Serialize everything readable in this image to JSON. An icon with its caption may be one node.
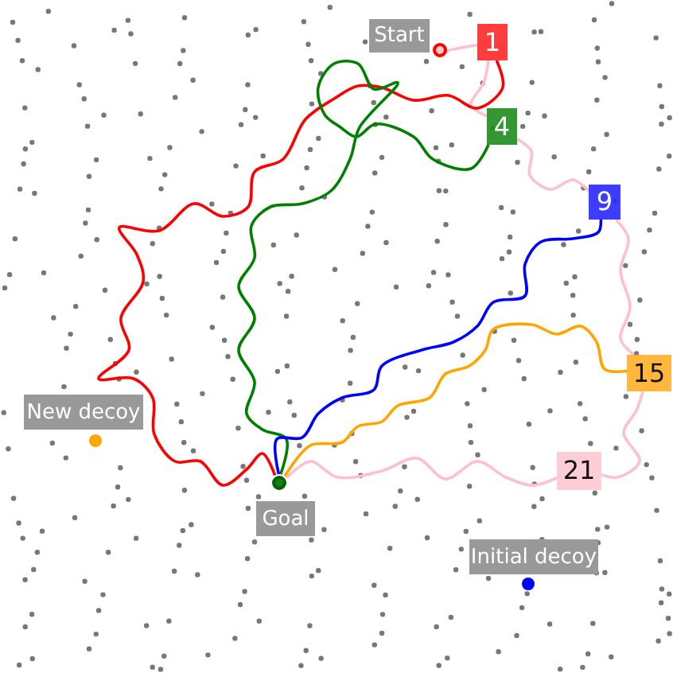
{
  "diagram": {
    "nodes": [
      {
        "text": [
          "Start"
        ]
      },
      {
        "text": [],
        "shape": "circle"
      },
      {
        "text": [
          "1"
        ]
      },
      {
        "text": [
          "4"
        ]
      },
      {
        "text": [
          "9"
        ]
      },
      {
        "text": [
          "15"
        ]
      },
      {
        "text": [
          "21"
        ]
      },
      {
        "text": [
          "Goal"
        ]
      },
      {
        "text": [],
        "shape": "circle"
      },
      {
        "text": [
          "New decoy"
        ]
      },
      {
        "text": [
          "Initial decoy"
        ]
      }
    ],
    "edges": [
      {
        "from": 1,
        "to": 2,
        "arrow": "none"
      },
      {
        "from": 2,
        "to": 3,
        "arrow": "none"
      },
      {
        "from": 3,
        "to": 4,
        "arrow": "none"
      },
      {
        "from": 4,
        "to": 5,
        "arrow": "none"
      },
      {
        "from": 5,
        "to": 6,
        "arrow": "none"
      },
      {
        "from": 6,
        "to": 8,
        "arrow": "none"
      },
      {
        "from": 2,
        "to": 8,
        "arrow": "none",
        "color": "#ff0000"
      },
      {
        "from": 3,
        "to": 8,
        "arrow": "none",
        "color": "#008000"
      },
      {
        "from": 4,
        "to": 8,
        "arrow": "none",
        "color": "#0000ff"
      },
      {
        "from": 5,
        "to": 8,
        "arrow": "none",
        "color": "#ffa500"
      }
    ]
  }
}
